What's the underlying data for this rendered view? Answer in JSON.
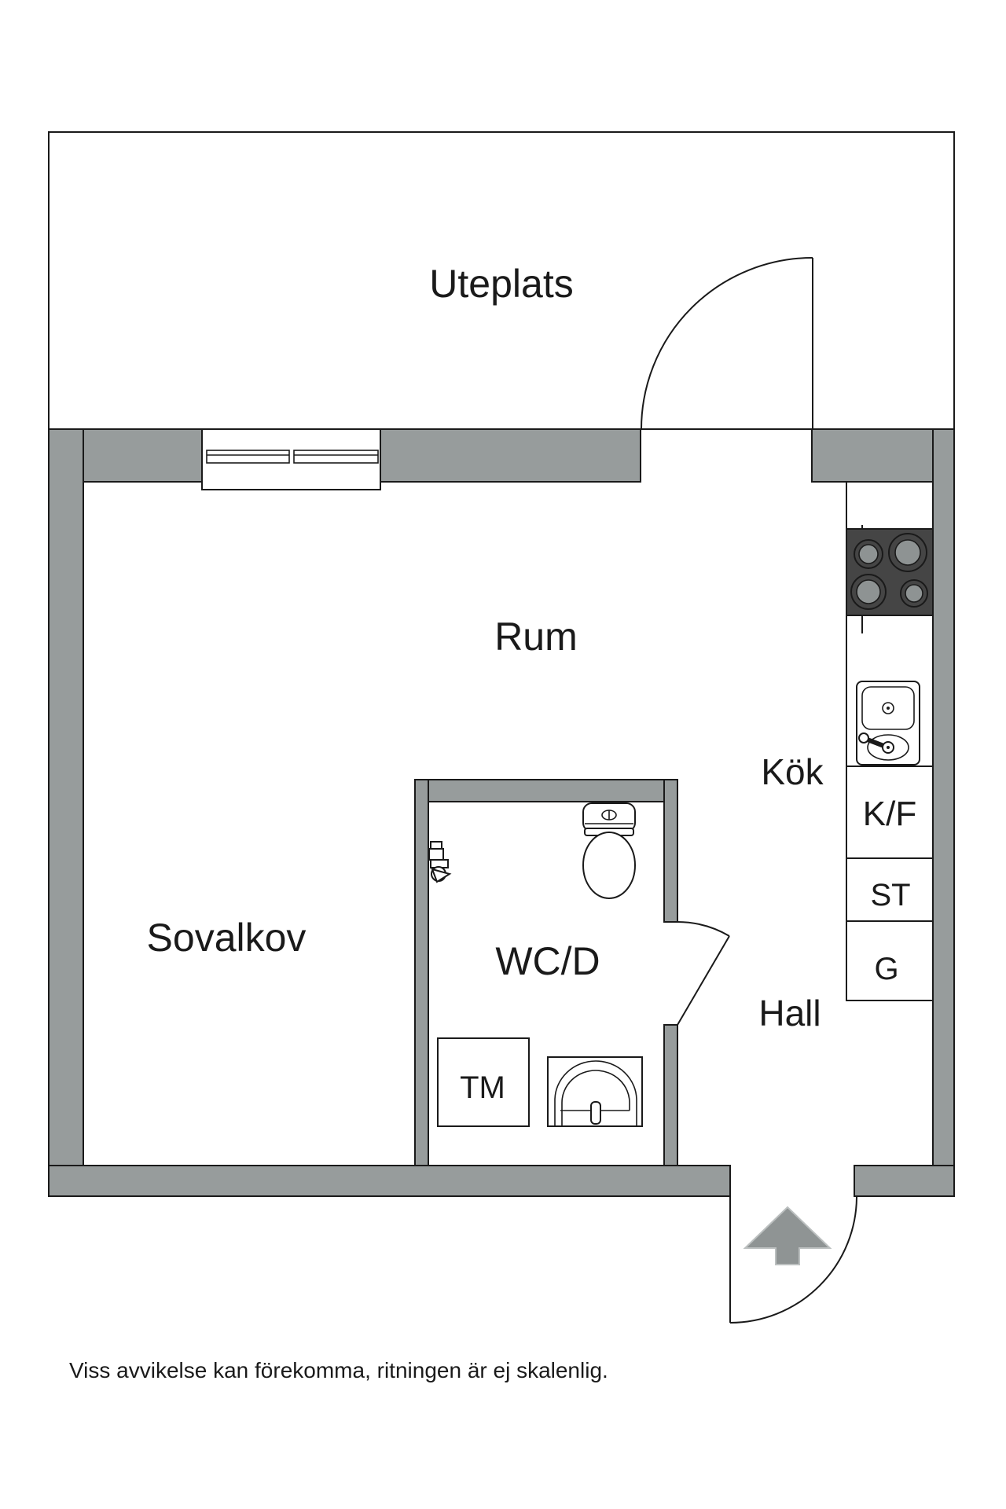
{
  "caption": "Viss avvikelse kan förekomma, ritningen är ej skalenlig.",
  "rooms": {
    "uteplats": "Uteplats",
    "rum": "Rum",
    "kok": "Kök",
    "sovalkov": "Sovalkov",
    "wcd": "WC/D",
    "hall": "Hall"
  },
  "appliances": {
    "tm": "TM",
    "kf": "K/F",
    "st": "ST",
    "g": "G"
  },
  "icons": {
    "stove": "stove-burners-icon",
    "sink": "kitchen-sink-icon",
    "toilet": "toilet-icon",
    "washbasin": "washbasin-icon",
    "mixer": "shower-mixer-icon",
    "window": "window-icon",
    "entry_arrow": "entry-arrow-icon",
    "doors": "door-swing-icon"
  },
  "colors": {
    "wall": "#979C9C",
    "line": "#1A1A1A",
    "stove": "#454545",
    "burner": "#8E9393",
    "arrow": "#8F9494",
    "arrow_stroke": "#BCC0C0",
    "background": "#FFFFFF"
  }
}
